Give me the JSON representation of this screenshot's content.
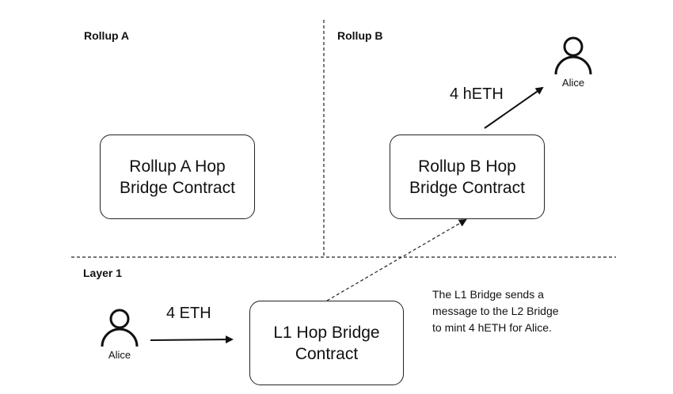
{
  "sections": {
    "rollup_a": "Rollup A",
    "rollup_b": "Rollup B",
    "layer1": "Layer 1"
  },
  "contracts": {
    "rollup_a": [
      "Rollup A Hop",
      "Bridge Contract"
    ],
    "rollup_b": [
      "Rollup B Hop",
      "Bridge Contract"
    ],
    "l1": [
      "L1 Hop Bridge",
      "Contract"
    ]
  },
  "actors": {
    "alice_l1": {
      "icon": "person-icon",
      "name": "Alice"
    },
    "alice_rollup_b": {
      "icon": "person-icon",
      "name": "Alice"
    }
  },
  "transfers": {
    "deposit": "4 ETH",
    "mint": "4 hETH"
  },
  "note": "The L1 Bridge sends a\nmessage to the L2 Bridge\nto mint 4 hETH for Alice.",
  "colors": {
    "stroke": "#222222",
    "background": "#ffffff"
  }
}
